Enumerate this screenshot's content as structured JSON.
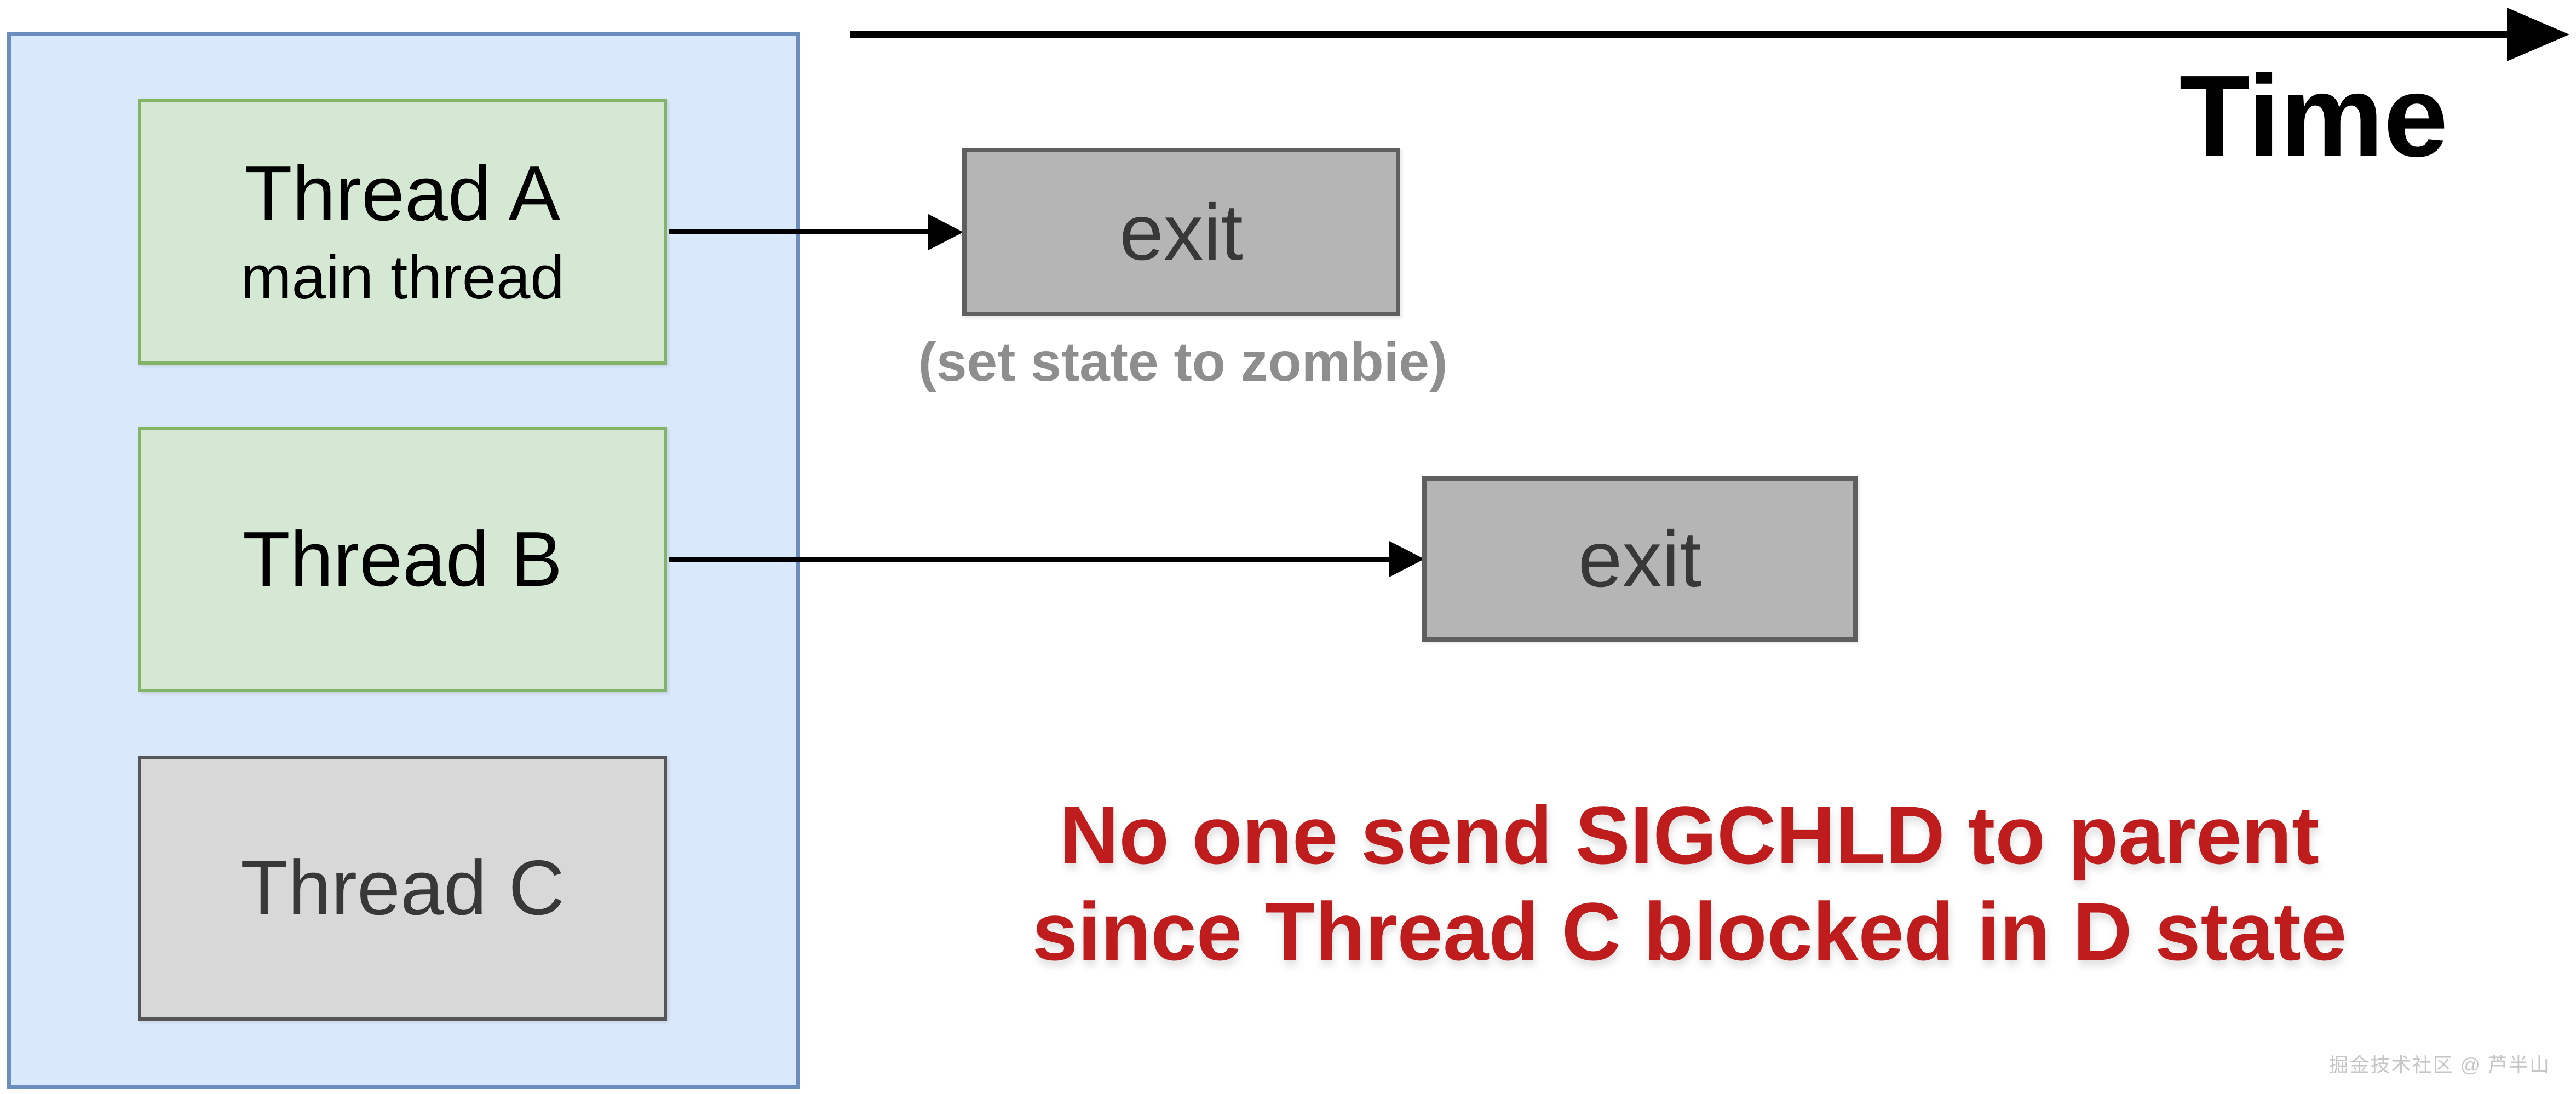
{
  "timeline": {
    "label": "Time"
  },
  "process": {
    "threads": [
      {
        "label": "Thread A",
        "sublabel": "main thread",
        "state": "exited"
      },
      {
        "label": "Thread B",
        "state": "exited"
      },
      {
        "label": "Thread C",
        "state": "blocked"
      }
    ]
  },
  "events": {
    "exit_a": {
      "label": "exit"
    },
    "exit_b": {
      "label": "exit"
    },
    "zombie_note": "(set state to zombie)"
  },
  "annotation": {
    "line1": "No one send SIGCHLD to parent",
    "line2": "since Thread C blocked in D state"
  },
  "watermark": "掘金技术社区 @ 芦半山",
  "colors": {
    "process_fill": "#dae8fc",
    "process_border": "#6c8ebf",
    "thread_active_fill": "#d5e8d4",
    "thread_active_border": "#82b366",
    "thread_blocked_fill": "#d8d8d8",
    "thread_blocked_border": "#565656",
    "exit_fill": "#b5b5b5",
    "exit_border": "#5f5f5f",
    "annotation_red": "#bf1d1d",
    "note_gray": "#8e8e8e",
    "arrow_black": "#000000",
    "watermark_gray": "#c6c6c6"
  }
}
